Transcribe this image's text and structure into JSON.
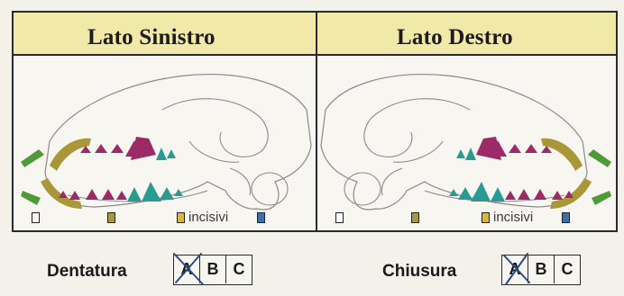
{
  "header": {
    "left_title": "Lato Sinistro",
    "right_title": "Lato Destro"
  },
  "legend": {
    "incisivi_label": "incisivi"
  },
  "form": {
    "dentatura_label": "Dentatura",
    "chiusura_label": "Chiusura",
    "dentatura_options": [
      "A",
      "B",
      "C"
    ],
    "chiusura_options": [
      "A",
      "B",
      "C"
    ],
    "dentatura_crossed": "A",
    "chiusura_crossed": "A"
  },
  "colors": {
    "header_bg": "#f0e9a8",
    "incisor_green": "#4f9a3a",
    "canine_olive": "#a9973a",
    "premolar_magenta": "#9c2a66",
    "molar_teal": "#2b9a92",
    "ink_blue": "#2c4a82"
  }
}
